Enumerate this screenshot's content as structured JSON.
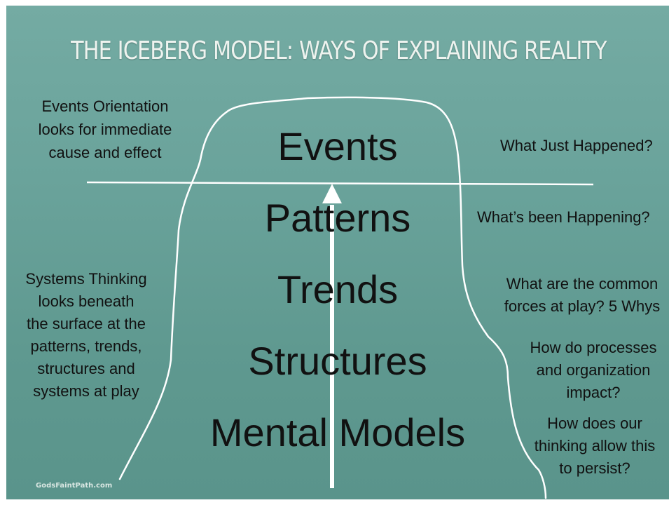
{
  "title": "THE ICEBERG MODEL: WAYS OF EXPLAINING REALITY",
  "levels": [
    "Events",
    "Patterns",
    "Trends",
    "Structures",
    "Mental Models"
  ],
  "left_notes": {
    "events": [
      "Events Orientation",
      "looks for immediate",
      "cause and effect"
    ],
    "systems": [
      "Systems Thinking",
      "looks beneath",
      "the surface at the",
      "patterns, trends,",
      "structures and",
      "systems at play"
    ]
  },
  "questions": [
    [
      "What Just Happened?"
    ],
    [
      "What’s been Happening?"
    ],
    [
      "What are the common",
      "forces at play? 5 Whys"
    ],
    [
      "How do processes",
      "and organization",
      "impact?"
    ],
    [
      "How does our",
      "thinking allow this",
      "to persist?"
    ]
  ],
  "credit": "GodsFaintPath.com",
  "colors": {
    "background": "#6aa39b",
    "lines": "#ffffff",
    "text": "#111111",
    "title": "#eef3ef"
  }
}
